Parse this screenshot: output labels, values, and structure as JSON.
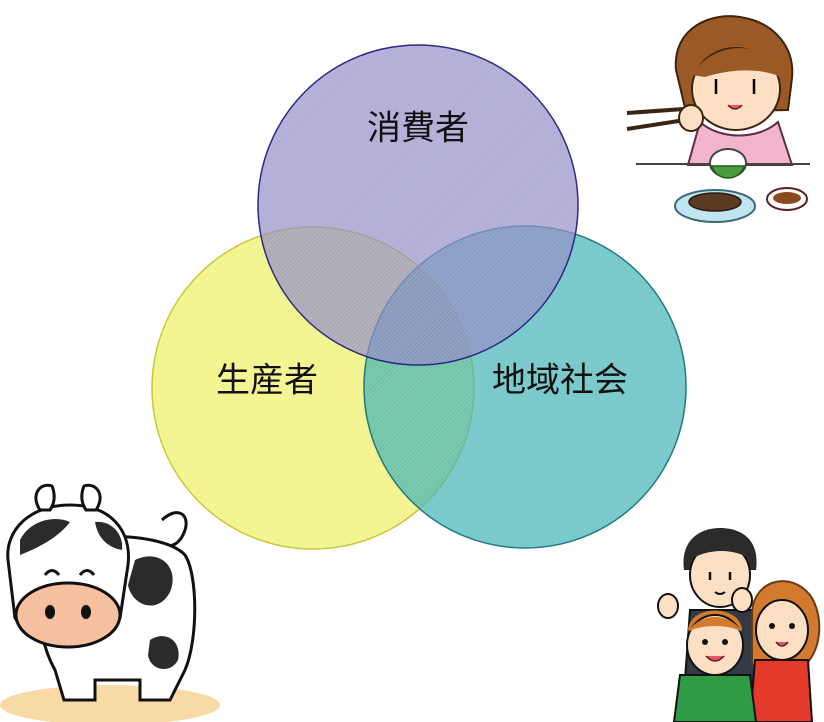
{
  "diagram": {
    "type": "venn",
    "sets": [
      {
        "key": "consumer",
        "label": "消費者",
        "color": "#9a94cc",
        "stroke": "#2c2a86"
      },
      {
        "key": "producer",
        "label": "生産者",
        "color": "#f3f46a",
        "stroke": "#c9c93a"
      },
      {
        "key": "community",
        "label": "地域社会",
        "color": "#49b9bb",
        "stroke": "#1f7c7f"
      }
    ],
    "illustrations": [
      {
        "key": "child-eating",
        "icon": "child-eating-illustration"
      },
      {
        "key": "cow",
        "icon": "cow-illustration"
      },
      {
        "key": "family",
        "icon": "family-illustration"
      }
    ]
  }
}
